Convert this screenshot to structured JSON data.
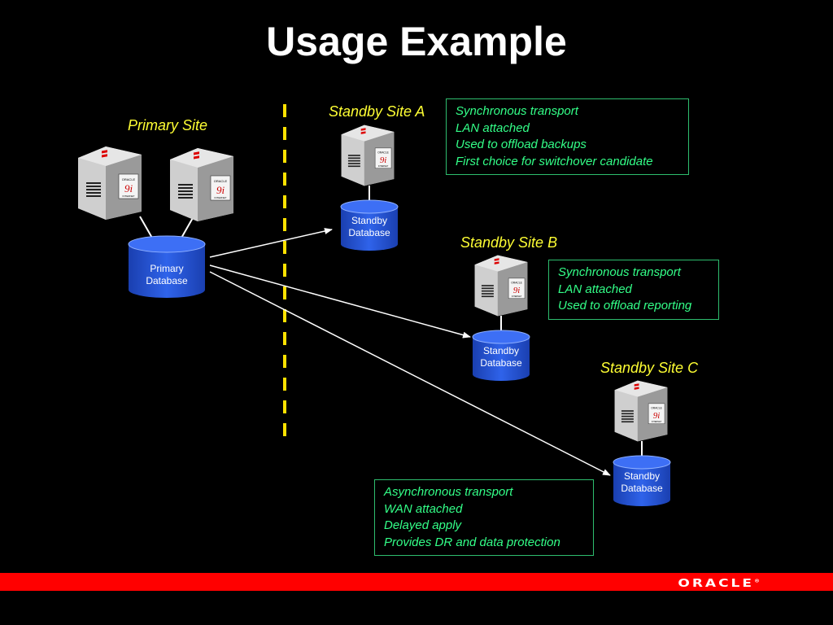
{
  "title": "Usage Example",
  "sites": {
    "primary": {
      "label": "Primary Site",
      "db_line1": "Primary",
      "db_line2": "Database"
    },
    "a": {
      "label": "Standby Site A",
      "db_line1": "Standby",
      "db_line2": "Database"
    },
    "b": {
      "label": "Standby Site B",
      "db_line1": "Standby",
      "db_line2": "Database"
    },
    "c": {
      "label": "Standby Site C",
      "db_line1": "Standby",
      "db_line2": "Database"
    }
  },
  "notes": {
    "a": [
      "Synchronous transport",
      "LAN attached",
      "Used to offload backups",
      "First choice for switchover candidate"
    ],
    "b": [
      "Synchronous transport",
      "LAN attached",
      "Used to offload reporting"
    ],
    "c": [
      "Asynchronous transport",
      "WAN attached",
      "Delayed apply",
      "Provides DR and data protection"
    ]
  },
  "server_badge": {
    "brand": "ORACLE",
    "version": "9i",
    "sub": "INTERNET"
  },
  "footer": {
    "logo": "ORACLE"
  },
  "colors": {
    "background": "#000000",
    "title": "#ffffff",
    "site_label": "#ffff33",
    "note_text": "#33ff88",
    "note_border": "#2ebd6e",
    "divider": "#ffe100",
    "database": "#2255dd",
    "bottom_bar": "#ff0000"
  }
}
